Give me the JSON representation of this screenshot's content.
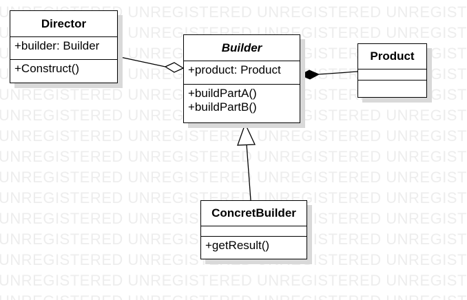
{
  "watermark": {
    "text": "UNREGISTERED"
  },
  "classes": {
    "director": {
      "name": "Director",
      "attributes": [
        "+builder: Builder"
      ],
      "operations": [
        "+Construct()"
      ]
    },
    "builder": {
      "name": "Builder",
      "abstract": true,
      "attributes": [
        "+product: Product"
      ],
      "operations": [
        "+buildPartA()",
        "+buildPartB()"
      ]
    },
    "product": {
      "name": "Product",
      "attributes": [],
      "operations": []
    },
    "concrete_builder": {
      "name": "ConcretBuilder",
      "attributes": [],
      "operations": [
        "+getResult()"
      ]
    }
  },
  "relationships": [
    {
      "type": "aggregation",
      "from": "Director",
      "to": "Builder"
    },
    {
      "type": "composition",
      "from": "Builder",
      "to": "Product"
    },
    {
      "type": "generalization",
      "from": "ConcretBuilder",
      "to": "Builder"
    }
  ]
}
